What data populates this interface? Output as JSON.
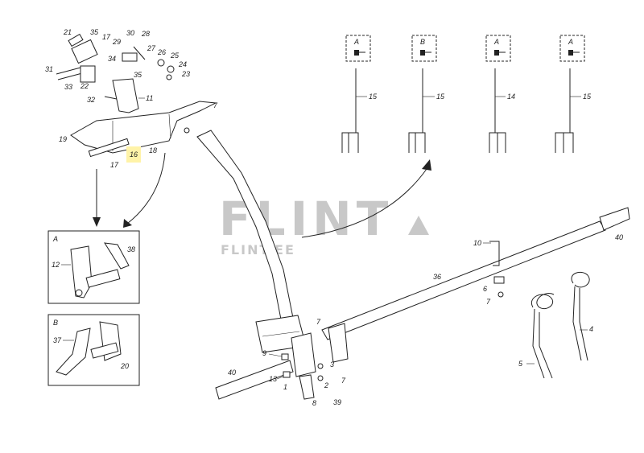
{
  "watermark": {
    "brand": "FLINT",
    "site": "FLINT.EE"
  },
  "detail_labels": [
    "A",
    "B"
  ],
  "profile_tags": [
    "A",
    "B",
    "A",
    "A"
  ],
  "profile_numbers": [
    "15",
    "15",
    "14",
    "15"
  ],
  "parts": {
    "p21": "21",
    "p35a": "35",
    "p17a": "17",
    "p30": "30",
    "p28": "28",
    "p29": "29",
    "p34": "34",
    "p27": "27",
    "p26": "26",
    "p25": "25",
    "p24": "24",
    "p23": "23",
    "p31": "31",
    "p33": "33",
    "p22": "22",
    "p35b": "35",
    "p32": "32",
    "p11": "11",
    "p7a": "7",
    "p19": "19",
    "p16": "16",
    "p18": "18",
    "p17b": "17",
    "p12": "12",
    "p38": "38",
    "p37": "37",
    "p20": "20",
    "p10": "10",
    "p40a": "40",
    "p36": "36",
    "p6": "6",
    "p7b": "7",
    "p4": "4",
    "p5": "5",
    "p7c": "7",
    "p9": "9",
    "p3": "3",
    "p13": "13",
    "p7d": "7",
    "p1": "1",
    "p2": "2",
    "p8": "8",
    "p39": "39",
    "p40b": "40"
  }
}
